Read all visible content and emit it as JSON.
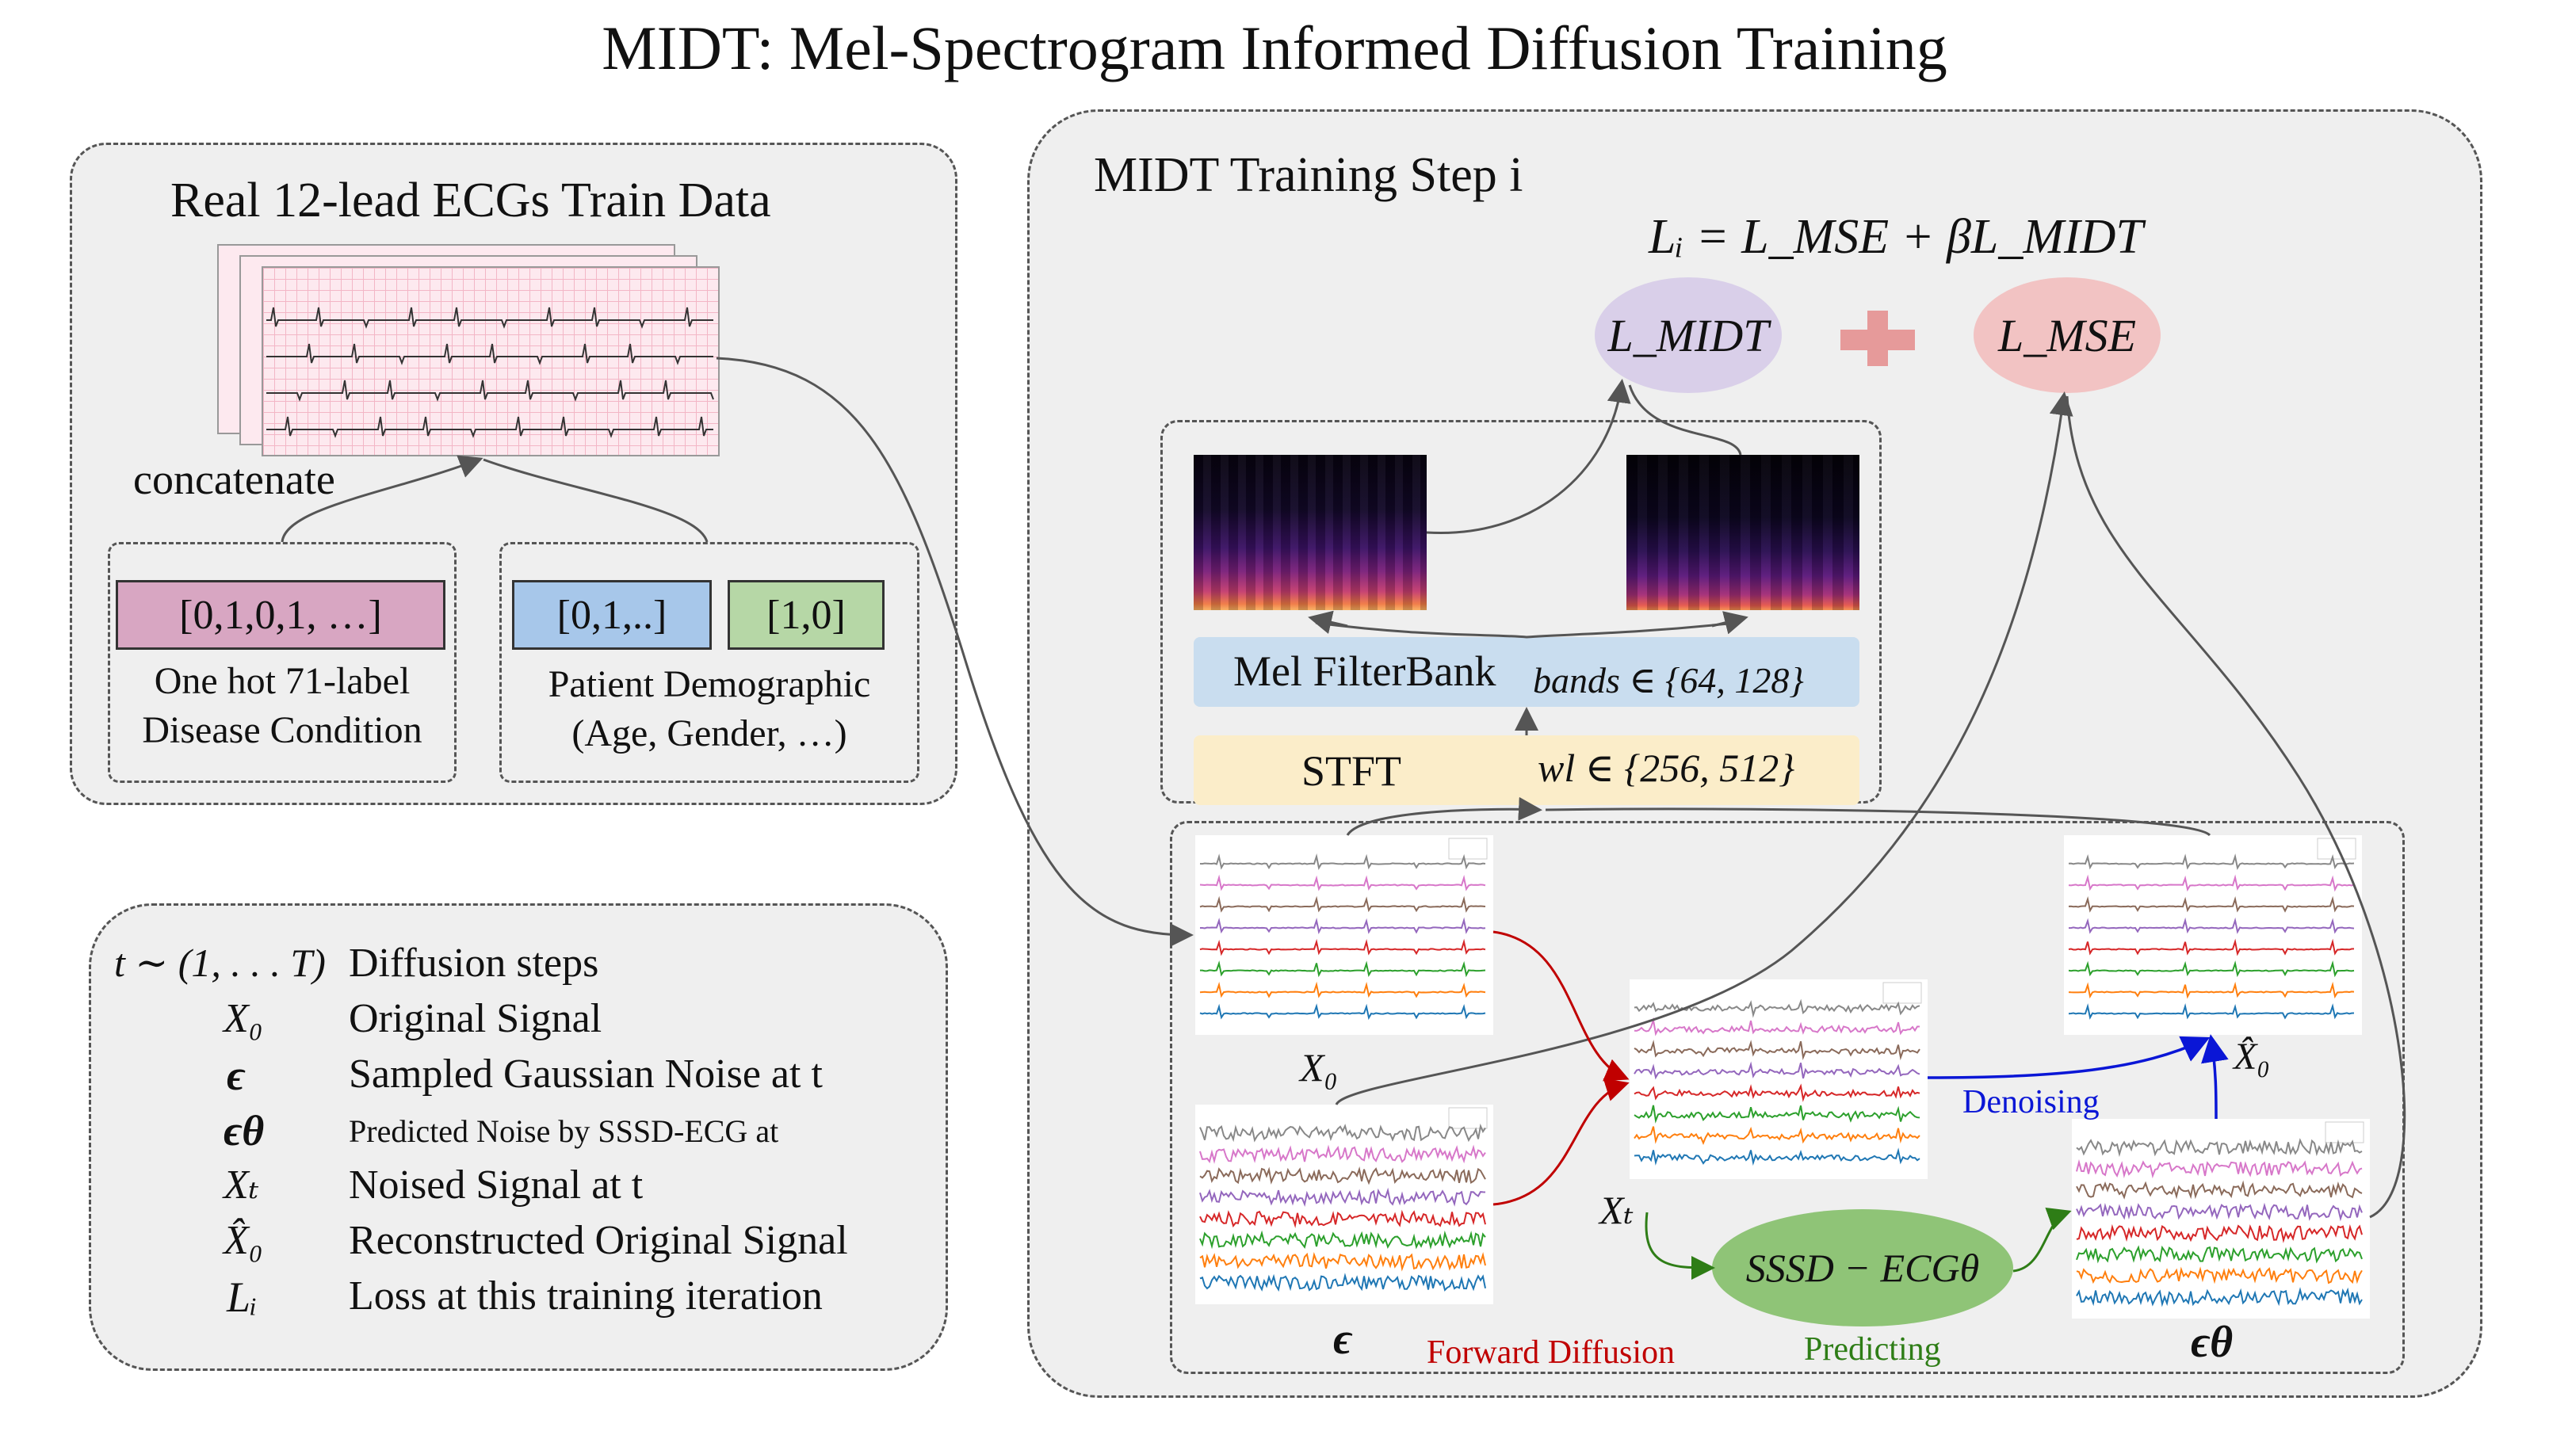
{
  "title": "MIDT: Mel-Spectrogram Informed Diffusion Training",
  "train_data": {
    "heading": "Real 12-lead ECGs Train Data",
    "concat_label": "concatenate",
    "disease_vector": "[0,1,0,1, …]",
    "disease_caption_1": "One hot 71-label",
    "disease_caption_2": "Disease Condition",
    "demo_vector_a": "[0,1,..]",
    "demo_vector_b": "[1,0]",
    "demo_caption_1": "Patient Demographic",
    "demo_caption_2": "(Age, Gender, …)"
  },
  "legend": {
    "rows": [
      {
        "symbol": "t ∼ (1, . . . T)",
        "text": "Diffusion steps"
      },
      {
        "symbol": "X₀",
        "text": "Original Signal"
      },
      {
        "symbol": "ϵ",
        "text": "Sampled Gaussian Noise at t"
      },
      {
        "symbol": "ϵθ",
        "text": "Predicted Noise by SSSD-ECG at"
      },
      {
        "symbol": "Xₜ",
        "text": "Noised Signal at t"
      },
      {
        "symbol": "X̂₀",
        "text": "Reconstructed Original Signal"
      },
      {
        "symbol": "Lᵢ",
        "text": "Loss at this training iteration"
      }
    ]
  },
  "training": {
    "heading": "MIDT Training Step i",
    "loss_formula": "Lᵢ = L_MSE + βL_MIDT",
    "loss_midt": "L_MIDT",
    "loss_mse": "L_MSE",
    "mel_label": "Mel FilterBank",
    "mel_param": "bands ∈ {64, 128}",
    "stft_label": "STFT",
    "stft_param": "wl ∈ {256, 512}",
    "x0_label": "X₀",
    "eps_label": "ϵ",
    "xt_label": "Xₜ",
    "xhat_label": "X̂₀",
    "eps_theta_label": "ϵθ",
    "model_label": "SSSD − ECGθ",
    "forward_label": "Forward Diffusion",
    "predicting_label": "Predicting",
    "denoising_label": "Denoising"
  },
  "colors": {
    "box_bg": "#efefef",
    "disease_box": "#d8a6c2",
    "demo_box_a": "#a7c7ea",
    "demo_box_b": "#b6d7a6",
    "mel_bg": "#c9ddef",
    "stft_bg": "#fbedc9",
    "midt_ellipse": "#d9cfe9",
    "mse_ellipse": "#f2c3c3",
    "plus": "#e69a9a",
    "model_ellipse": "#8fc477",
    "forward_arrow": "#c00000",
    "predict_arrow": "#2e7d16",
    "denoise_arrow": "#0a16d6",
    "ecg_leads": [
      "#888888",
      "#d777c9",
      "#8a6a5a",
      "#9467bd",
      "#d62728",
      "#2ca02c",
      "#ff7f0e",
      "#1f77b4"
    ]
  }
}
